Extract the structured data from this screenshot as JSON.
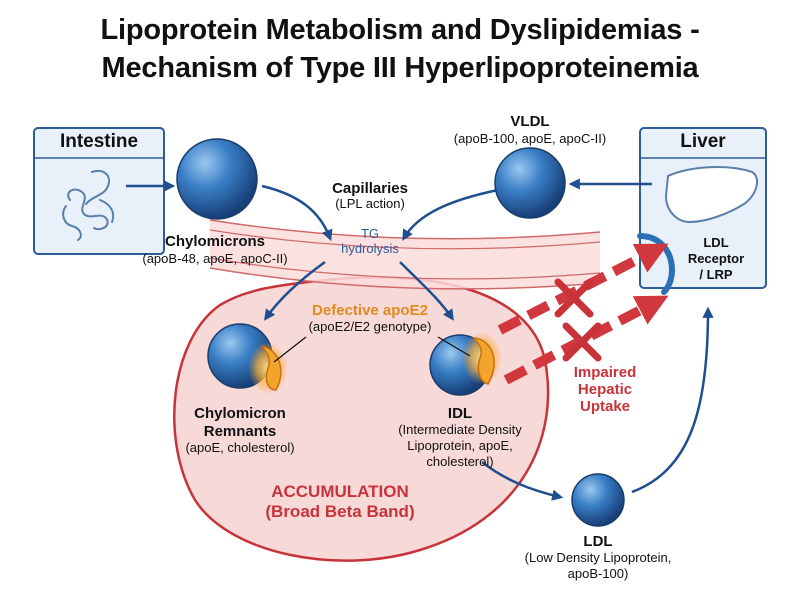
{
  "title": {
    "line1": "Lipoprotein Metabolism and Dyslipidemias -",
    "line2": "Mechanism of Type III Hyperlipoproteinemia"
  },
  "intestine": {
    "label": "Intestine",
    "icon": "intestine-icon"
  },
  "liver": {
    "label": "Liver",
    "icon": "liver-icon"
  },
  "vldl": {
    "name": "VLDL",
    "composition": "(apoB-100, apoE, apoC-II)"
  },
  "capillaries": {
    "name": "Capillaries",
    "action": "(LPL action)",
    "tg_line1": "TG",
    "tg_line2": "hydrolysis"
  },
  "chylomicrons": {
    "name": "Chylomicrons",
    "composition": "(apoB-48, apoE, apoC-II)"
  },
  "ldl_receptor": {
    "line1": "LDL",
    "line2": "Receptor",
    "line3": "/ LRP"
  },
  "defective": {
    "name": "Defective apoE2",
    "genotype": "(apoE2/E2 genotype)"
  },
  "remnants": {
    "line1": "Chylomicron",
    "line2": "Remnants",
    "composition": "(apoE, cholesterol)"
  },
  "idl": {
    "name": "IDL",
    "desc1": "(Intermediate Density",
    "desc2": "Lipoprotein, apoE,",
    "desc3": "cholesterol)"
  },
  "impaired": {
    "line1": "Impaired",
    "line2": "Hepatic",
    "line3": "Uptake"
  },
  "accumulation": {
    "line1": "ACCUMULATION",
    "line2": "(Broad Beta Band)"
  },
  "ldl": {
    "name": "LDL",
    "desc1": "(Low Density Lipoprotein,",
    "desc2": "apoB-100)"
  },
  "colors": {
    "blue_dark": "#1f4f8f",
    "blue": "#2d6fb5",
    "red": "#c8333a",
    "orange": "#e08a1e",
    "pink_fill": "#f7d9d8",
    "box_fill": "#e8f0fa"
  }
}
